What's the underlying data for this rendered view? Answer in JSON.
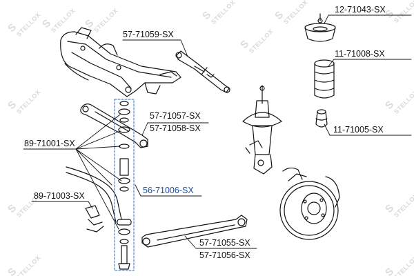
{
  "watermark": {
    "brand": "STELLOX",
    "logo_glyph": "S"
  },
  "callouts": {
    "c1": "12-71043-SX",
    "c2": "57-71059-SX",
    "c3": "11-71008-SX",
    "c4": "57-71057-SX",
    "c5": "57-71058-SX",
    "c6": "11-71005-SX",
    "c7": "89-71001-SX",
    "c8": "56-71006-SX",
    "c9": "89-71003-SX",
    "c10": "57-71055-SX",
    "c11": "57-71056-SX"
  },
  "colors": {
    "line": "#111111",
    "highlight_text": "#1f4fa0",
    "highlight_box": "#2a6fbf",
    "watermark": "#d9d9d9"
  }
}
